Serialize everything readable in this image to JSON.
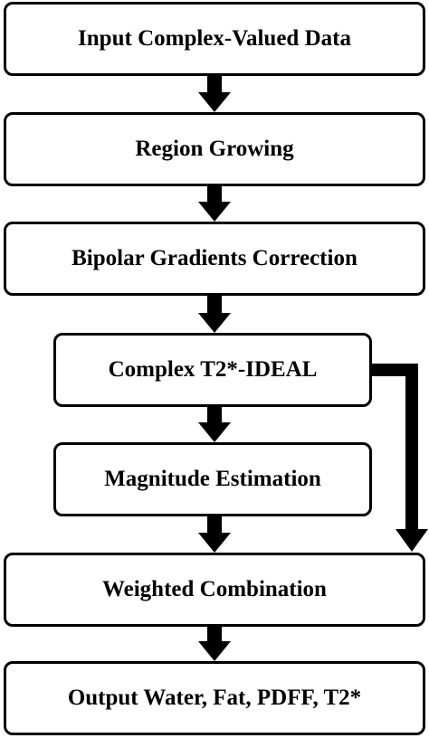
{
  "diagram": {
    "steps": [
      "Input Complex-Valued Data",
      "Region Growing",
      "Bipolar Gradients Correction",
      "Complex T2*-IDEAL",
      "Magnitude Estimation",
      "Weighted Combination",
      "Output Water, Fat, PDFF, T2*"
    ]
  }
}
